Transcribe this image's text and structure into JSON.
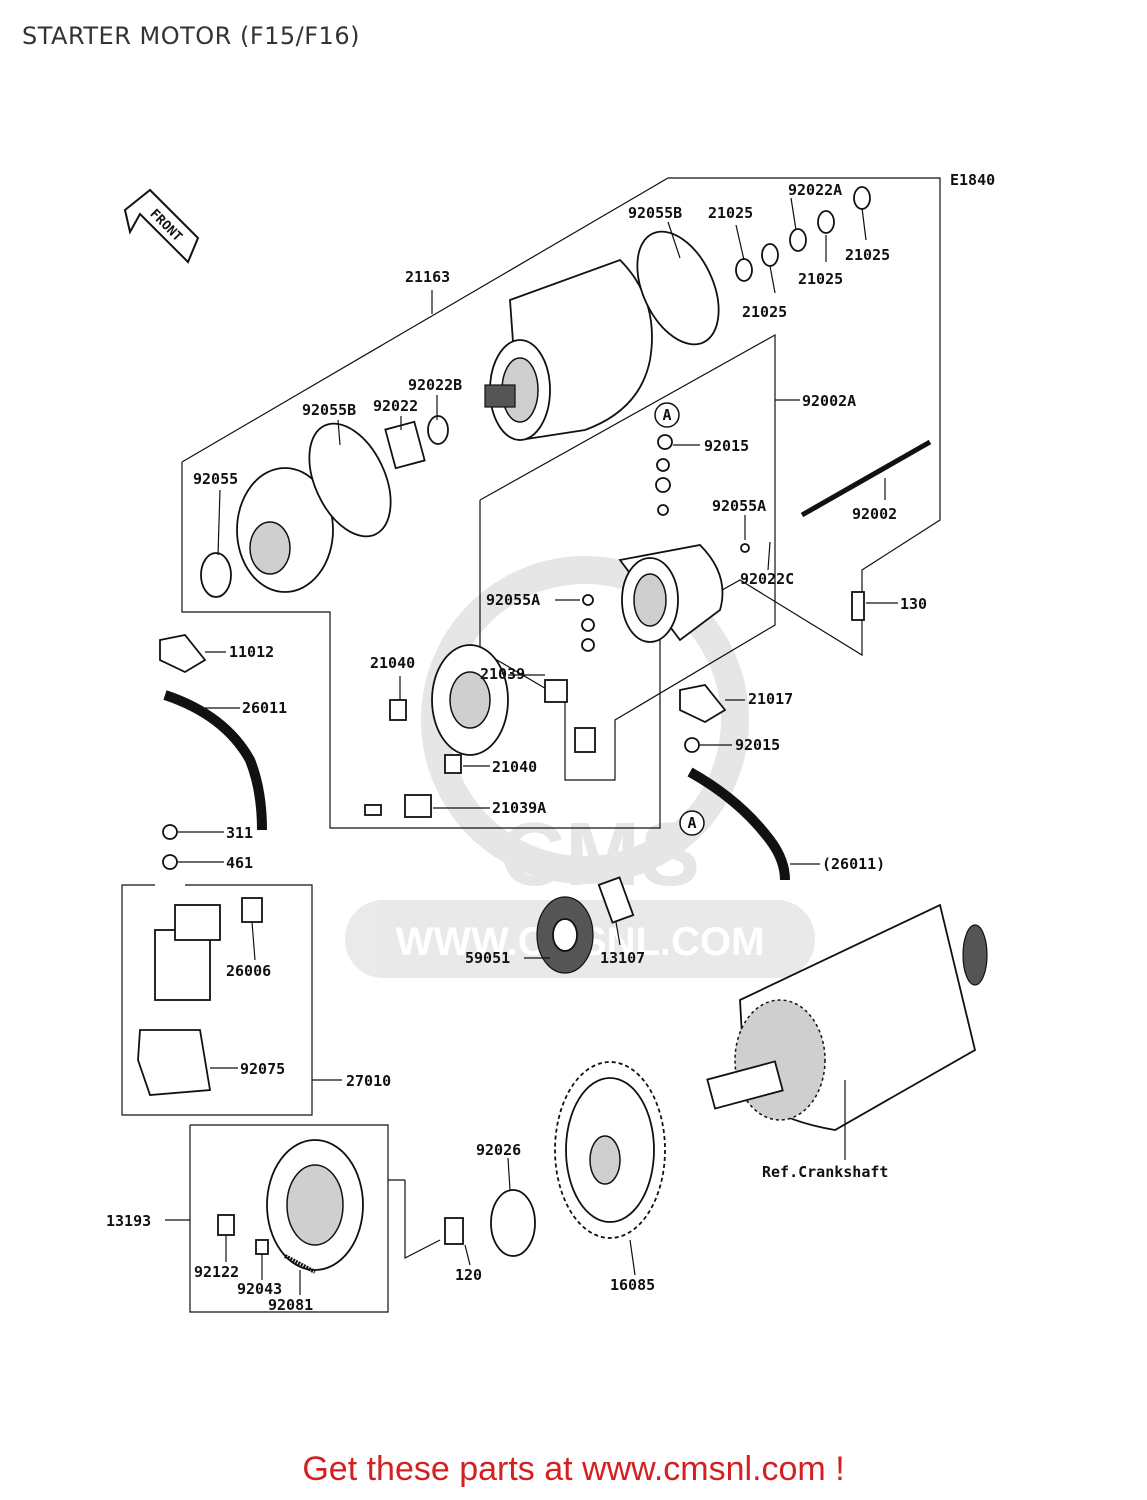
{
  "title": "STARTER MOTOR (F15/F16)",
  "footer": "Get these parts at www.cmsnl.com !",
  "diagram_code": "E1840",
  "front_label": "FRONT",
  "circle_marker": "A",
  "watermark": {
    "brand": "CMS",
    "url": "WWW.CMSNL.COM"
  },
  "labels": {
    "p21163": "21163",
    "p92055B_a": "92055B",
    "p21025_a": "21025",
    "p92022A": "92022A",
    "p21025_b": "21025",
    "p21025_c": "21025",
    "p21025_d": "21025",
    "p92002A": "92002A",
    "p92022B": "92022B",
    "p92055B_b": "92055B",
    "p92022": "92022",
    "p92015_a": "92015",
    "p92055": "92055",
    "p92002": "92002",
    "p92055A_a": "92055A",
    "p92022C": "92022C",
    "p92055A_b": "92055A",
    "p130": "130",
    "p11012": "11012",
    "p21040_a": "21040",
    "p21039": "21039",
    "p21017": "21017",
    "p26011": "26011",
    "p92015_b": "92015",
    "p21040_b": "21040",
    "p21039A": "21039A",
    "p311": "311",
    "p461": "461",
    "p26011_ref": "(26011)",
    "p26006": "26006",
    "p59051": "59051",
    "p13107": "13107",
    "p92075": "92075",
    "p27010": "27010",
    "p92026": "92026",
    "ref_crankshaft": "Ref.Crankshaft",
    "p13193": "13193",
    "p92122": "92122",
    "p92043": "92043",
    "p92081": "92081",
    "p120": "120",
    "p16085": "16085"
  }
}
